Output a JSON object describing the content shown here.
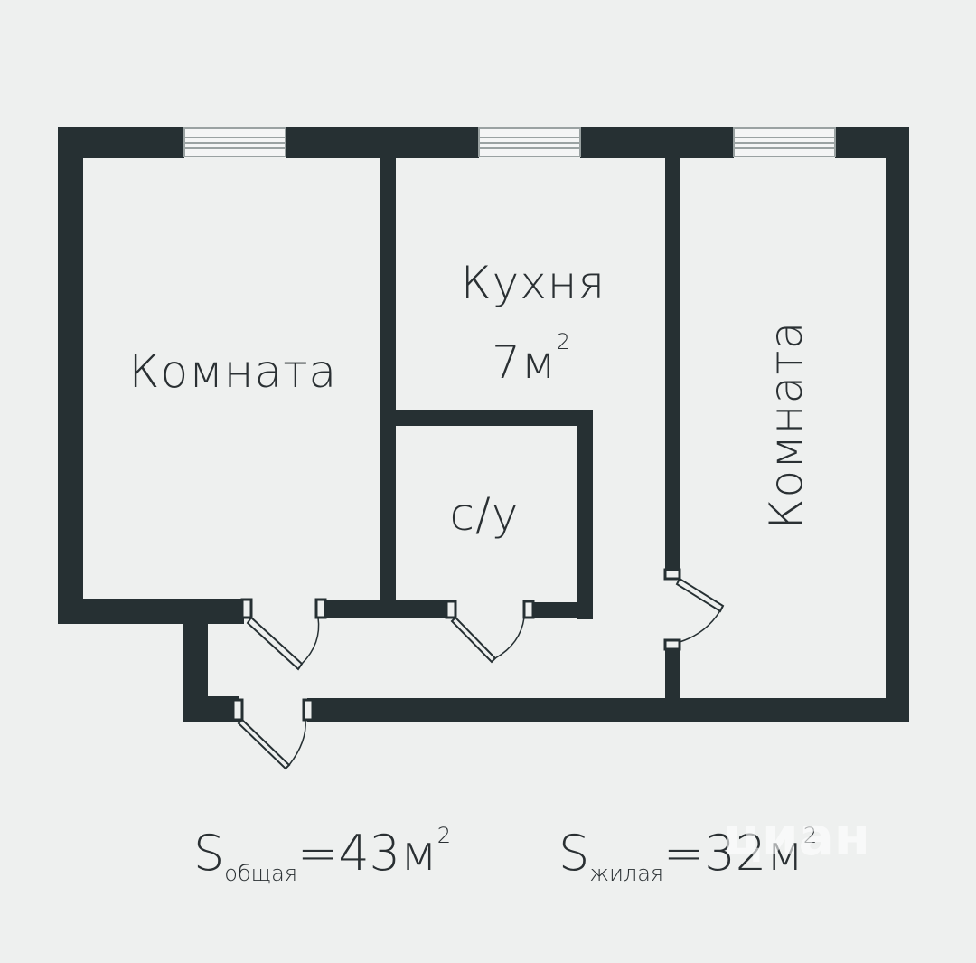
{
  "colors": {
    "wall": "#263033",
    "floor": "#eef0ef",
    "text": "#2a3033",
    "window_frame": "#9aa2a2"
  },
  "rooms": {
    "room_left": {
      "label": "Комната"
    },
    "kitchen": {
      "label": "Кухня",
      "area": "7м",
      "area_sup": "2"
    },
    "bathroom": {
      "label": "с/у"
    },
    "room_right": {
      "label": "Комната"
    }
  },
  "summary": {
    "total": {
      "symbol": "S",
      "subscript": "общая",
      "value": "=43м",
      "sup": "2"
    },
    "living": {
      "symbol": "S",
      "subscript": "жилая",
      "value": "=32м",
      "sup": "2"
    }
  },
  "watermark": {
    "text": "циан"
  }
}
